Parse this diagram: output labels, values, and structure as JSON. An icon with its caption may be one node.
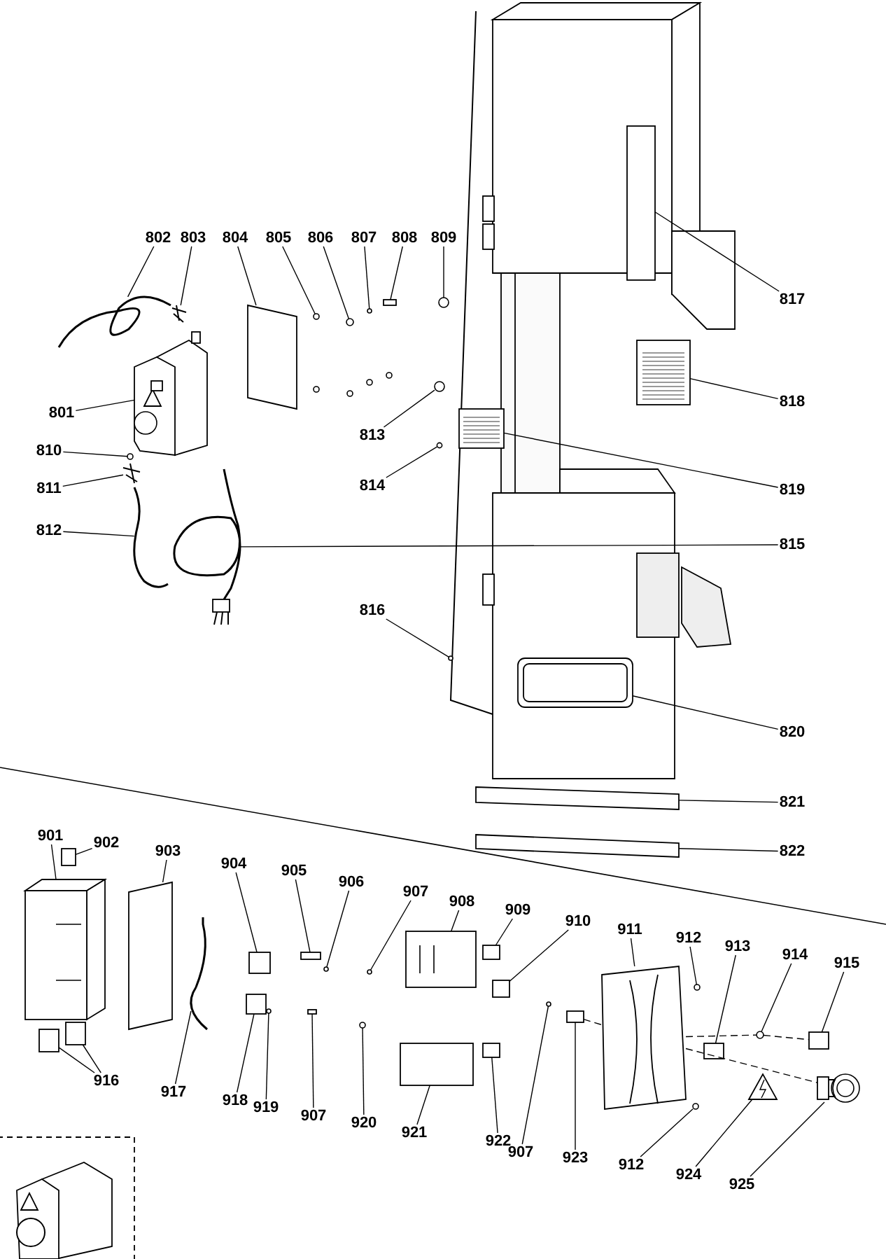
{
  "diagram": {
    "nodes": [
      {
        "text": [
          "801"
        ]
      },
      {
        "text": [
          "802"
        ]
      },
      {
        "text": [
          "803"
        ]
      },
      {
        "text": [
          "804"
        ]
      },
      {
        "text": [
          "805"
        ]
      },
      {
        "text": [
          "806"
        ]
      },
      {
        "text": [
          "807"
        ]
      },
      {
        "text": [
          "808"
        ]
      },
      {
        "text": [
          "809"
        ]
      },
      {
        "text": [
          "810"
        ]
      },
      {
        "text": [
          "811"
        ]
      },
      {
        "text": [
          "812"
        ]
      },
      {
        "text": [
          "813"
        ]
      },
      {
        "text": [
          "814"
        ]
      },
      {
        "text": [
          "815"
        ]
      },
      {
        "text": [
          "816"
        ]
      },
      {
        "text": [
          "817"
        ]
      },
      {
        "text": [
          "818"
        ]
      },
      {
        "text": [
          "819"
        ]
      },
      {
        "text": [
          "820"
        ]
      },
      {
        "text": [
          "821"
        ]
      },
      {
        "text": [
          "822"
        ]
      },
      {
        "text": [
          "901"
        ]
      },
      {
        "text": [
          "902"
        ]
      },
      {
        "text": [
          "903"
        ]
      },
      {
        "text": [
          "904"
        ]
      },
      {
        "text": [
          "905"
        ]
      },
      {
        "text": [
          "906"
        ]
      },
      {
        "text": [
          "907"
        ]
      },
      {
        "text": [
          "908"
        ]
      },
      {
        "text": [
          "909"
        ]
      },
      {
        "text": [
          "910"
        ]
      },
      {
        "text": [
          "911"
        ]
      },
      {
        "text": [
          "912"
        ]
      },
      {
        "text": [
          "913"
        ]
      },
      {
        "text": [
          "914"
        ]
      },
      {
        "text": [
          "915"
        ]
      },
      {
        "text": [
          "916"
        ]
      },
      {
        "text": [
          "917"
        ]
      },
      {
        "text": [
          "918"
        ]
      },
      {
        "text": [
          "919"
        ]
      },
      {
        "text": [
          "907"
        ]
      },
      {
        "text": [
          "920"
        ]
      },
      {
        "text": [
          "921"
        ]
      },
      {
        "text": [
          "922"
        ]
      },
      {
        "text": [
          "907"
        ]
      },
      {
        "text": [
          "923"
        ]
      },
      {
        "text": [
          "912"
        ]
      },
      {
        "text": [
          "924"
        ]
      },
      {
        "text": [
          "925"
        ]
      },
      {
        "text": [],
        "shape": "picture"
      },
      {
        "text": [],
        "shape": "picture"
      },
      {
        "text": [],
        "shape": "picture"
      },
      {
        "text": [],
        "shape": "box"
      },
      {
        "text": [],
        "shape": "circle"
      },
      {
        "text": [],
        "shape": "circle"
      },
      {
        "text": [],
        "shape": "circle"
      },
      {
        "text": [],
        "shape": "box"
      },
      {
        "text": [],
        "shape": "circle"
      },
      {
        "text": [],
        "shape": "circle"
      },
      {
        "text": [],
        "shape": "picture"
      },
      {
        "text": [],
        "shape": "picture"
      },
      {
        "text": [],
        "shape": "circle"
      },
      {
        "text": [],
        "shape": "circle"
      },
      {
        "text": [],
        "shape": "picture"
      },
      {
        "text": [],
        "shape": "circle"
      },
      {
        "text": [],
        "shape": "box"
      },
      {
        "text": [],
        "shape": "box"
      },
      {
        "text": [],
        "shape": "box"
      },
      {
        "text": [],
        "shape": "box"
      },
      {
        "text": [],
        "shape": "box"
      },
      {
        "text": [],
        "shape": "box"
      },
      {
        "text": [],
        "shape": "picture"
      },
      {
        "text": [],
        "shape": "box"
      },
      {
        "text": [],
        "shape": "box"
      },
      {
        "text": [],
        "shape": "box"
      },
      {
        "text": [],
        "shape": "box"
      },
      {
        "text": [],
        "shape": "circle"
      },
      {
        "text": [],
        "shape": "circle"
      },
      {
        "text": [],
        "shape": "box"
      },
      {
        "text": [],
        "shape": "box"
      },
      {
        "text": [],
        "shape": "box"
      },
      {
        "text": [],
        "shape": "picture"
      },
      {
        "text": [],
        "shape": "circle"
      },
      {
        "text": [],
        "shape": "box"
      },
      {
        "text": [],
        "shape": "circle"
      },
      {
        "text": [],
        "shape": "box"
      },
      {
        "text": [],
        "shape": "box"
      },
      {
        "text": [],
        "shape": "box"
      },
      {
        "text": [],
        "shape": "picture"
      },
      {
        "text": [],
        "shape": "box"
      },
      {
        "text": [],
        "shape": "circle"
      },
      {
        "text": [],
        "shape": "box"
      },
      {
        "text": [],
        "shape": "circle"
      },
      {
        "text": [],
        "shape": "box"
      },
      {
        "text": [],
        "shape": "box"
      },
      {
        "text": [],
        "shape": "circle"
      },
      {
        "text": [],
        "shape": "box"
      },
      {
        "text": [],
        "shape": "circle"
      },
      {
        "text": [],
        "shape": "picture"
      },
      {
        "text": [],
        "shape": "picture"
      }
    ],
    "edges": [
      {
        "from": 0,
        "to": 50,
        "arrow": "none"
      },
      {
        "from": 1,
        "to": 51,
        "arrow": "none"
      },
      {
        "from": 2,
        "to": 52,
        "arrow": "none"
      },
      {
        "from": 3,
        "to": 53,
        "arrow": "none"
      },
      {
        "from": 4,
        "to": 54,
        "arrow": "none"
      },
      {
        "from": 5,
        "to": 55,
        "arrow": "none"
      },
      {
        "from": 6,
        "to": 56,
        "arrow": "none"
      },
      {
        "from": 7,
        "to": 57,
        "arrow": "none"
      },
      {
        "from": 8,
        "to": 58,
        "arrow": "none"
      },
      {
        "from": 9,
        "to": 59,
        "arrow": "none"
      },
      {
        "from": 10,
        "to": 60,
        "arrow": "none"
      },
      {
        "from": 11,
        "to": 61,
        "arrow": "none"
      },
      {
        "from": 12,
        "to": 62,
        "arrow": "none"
      },
      {
        "from": 13,
        "to": 63,
        "arrow": "none"
      },
      {
        "from": 14,
        "to": 64,
        "arrow": "none"
      },
      {
        "from": 15,
        "to": 65,
        "arrow": "none"
      },
      {
        "from": 16,
        "to": 66,
        "arrow": "none"
      },
      {
        "from": 17,
        "to": 67,
        "arrow": "none"
      },
      {
        "from": 18,
        "to": 68,
        "arrow": "none"
      },
      {
        "from": 19,
        "to": 69,
        "arrow": "none"
      },
      {
        "from": 20,
        "to": 70,
        "arrow": "none"
      },
      {
        "from": 21,
        "to": 71,
        "arrow": "none"
      },
      {
        "from": 22,
        "to": 72,
        "arrow": "none"
      },
      {
        "from": 23,
        "to": 73,
        "arrow": "none"
      },
      {
        "from": 24,
        "to": 74,
        "arrow": "none"
      },
      {
        "from": 25,
        "to": 75,
        "arrow": "none"
      },
      {
        "from": 26,
        "to": 76,
        "arrow": "none"
      },
      {
        "from": 27,
        "to": 77,
        "arrow": "none"
      },
      {
        "from": 28,
        "to": 78,
        "arrow": "none"
      },
      {
        "from": 29,
        "to": 79,
        "arrow": "none"
      },
      {
        "from": 30,
        "to": 80,
        "arrow": "none"
      },
      {
        "from": 31,
        "to": 81,
        "arrow": "none"
      },
      {
        "from": 32,
        "to": 82,
        "arrow": "none"
      },
      {
        "from": 33,
        "to": 83,
        "arrow": "none"
      },
      {
        "from": 34,
        "to": 84,
        "arrow": "none"
      },
      {
        "from": 35,
        "to": 85,
        "arrow": "none"
      },
      {
        "from": 36,
        "to": 86,
        "arrow": "none"
      },
      {
        "from": 37,
        "to": 87,
        "arrow": "none"
      },
      {
        "from": 37,
        "to": 88,
        "arrow": "none"
      },
      {
        "from": 38,
        "to": 89,
        "arrow": "none"
      },
      {
        "from": 39,
        "to": 90,
        "arrow": "none"
      },
      {
        "from": 40,
        "to": 91,
        "arrow": "none"
      },
      {
        "from": 41,
        "to": 92,
        "arrow": "none"
      },
      {
        "from": 42,
        "to": 93,
        "arrow": "none"
      },
      {
        "from": 43,
        "to": 94,
        "arrow": "none"
      },
      {
        "from": 44,
        "to": 95,
        "arrow": "none"
      },
      {
        "from": 45,
        "to": 96,
        "arrow": "none"
      },
      {
        "from": 46,
        "to": 97,
        "arrow": "none"
      },
      {
        "from": 47,
        "to": 98,
        "arrow": "none"
      },
      {
        "from": 48,
        "to": 99,
        "arrow": "none"
      },
      {
        "from": 49,
        "to": 100,
        "arrow": "none"
      },
      {
        "from": 97,
        "to": 82,
        "arrow": "none",
        "style": "dashed"
      },
      {
        "from": 82,
        "to": 85,
        "arrow": "none",
        "style": "dashed"
      },
      {
        "from": 85,
        "to": 86,
        "arrow": "none",
        "style": "dashed"
      },
      {
        "from": 82,
        "to": 100,
        "arrow": "none",
        "style": "dashed"
      }
    ]
  }
}
